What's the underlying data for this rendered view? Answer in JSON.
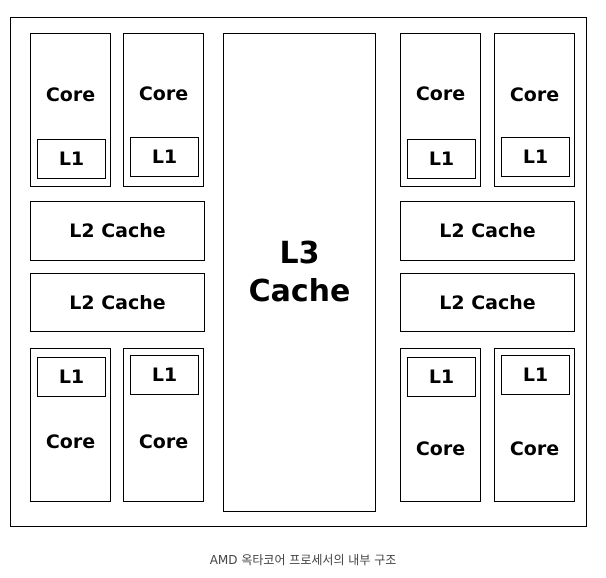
{
  "diagram": {
    "core_label": "Core",
    "l1_label": "L1",
    "l2_label": "L2 Cache",
    "l3_line1": "L3",
    "l3_line2": "Cache"
  },
  "caption": "AMD 옥타코어 프로세서의 내부 구조"
}
